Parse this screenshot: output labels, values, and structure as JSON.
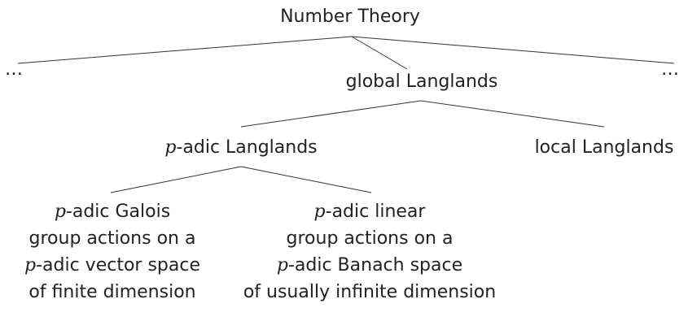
{
  "tree": {
    "root": "Number Theory",
    "ellipsis_left": "…",
    "ellipsis_right": "…",
    "global": "global Langlands",
    "p_symbol": "p",
    "padic_langlands": "-adic Langlands",
    "local": "local Langlands",
    "galois_leaf": {
      "line1": "-adic Galois",
      "line2": "group actions on a",
      "line3": "-adic vector space",
      "line4": "of finite dimension"
    },
    "linear_leaf": {
      "line1": "-adic linear",
      "line2": "group actions on a",
      "line3": "-adic Banach space",
      "line4": "of usually infinite dimension"
    }
  }
}
